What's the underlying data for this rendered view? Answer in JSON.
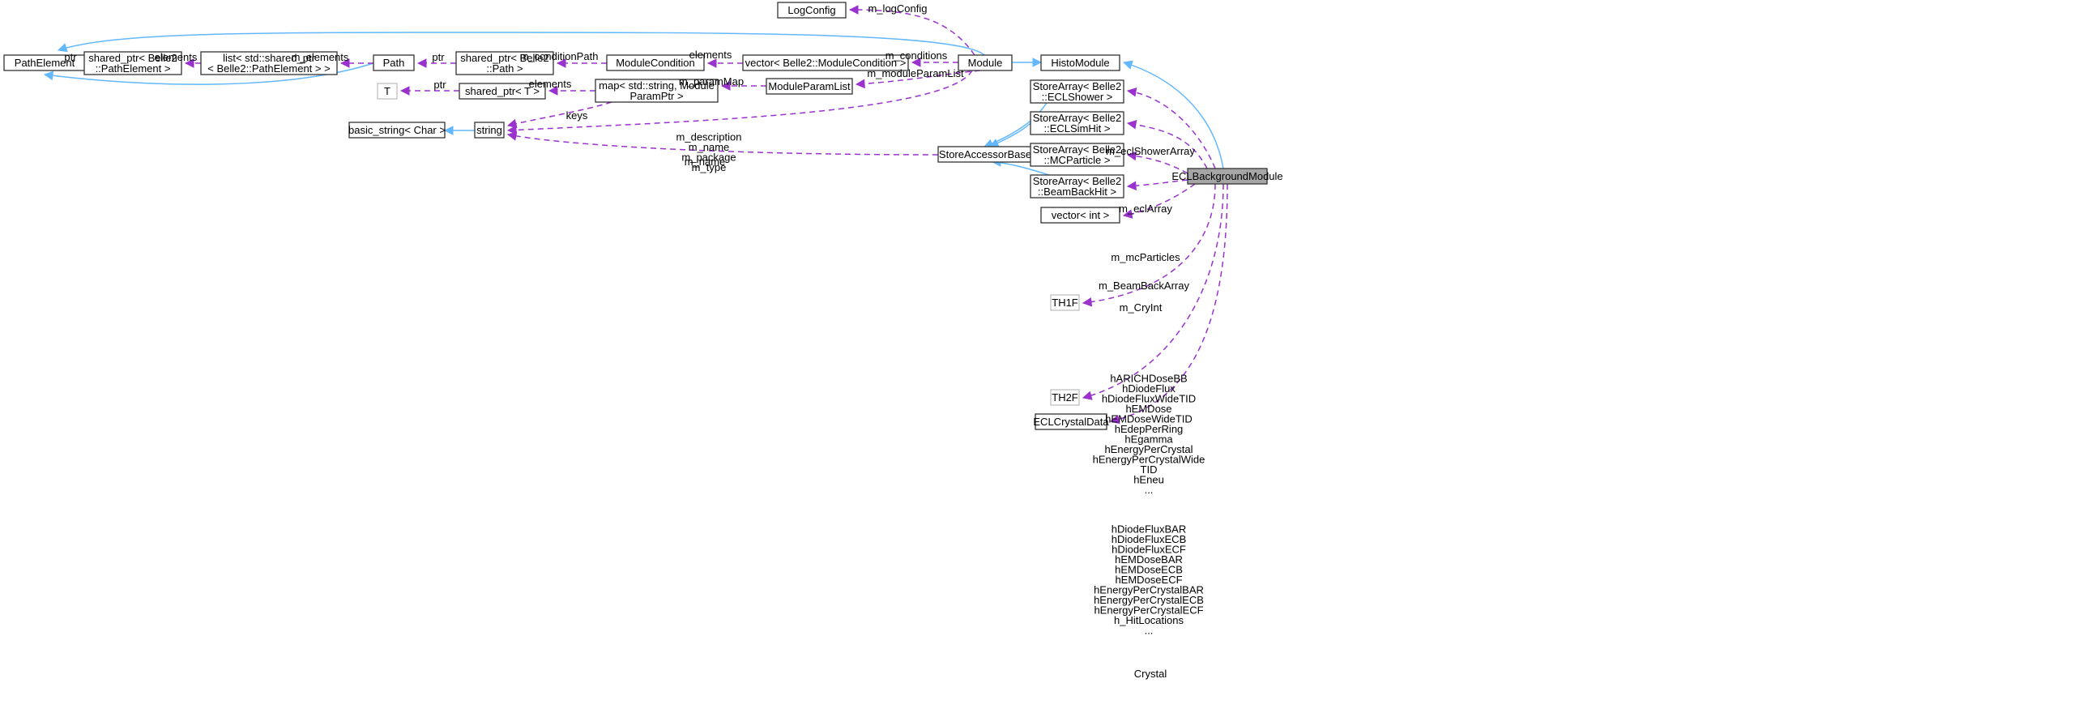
{
  "diagram": {
    "nodes": [
      {
        "id": "PathElement",
        "label": [
          "PathElement"
        ]
      },
      {
        "id": "shared_ptr_pathelement",
        "label": [
          "shared_ptr< Belle2",
          "::PathElement >"
        ]
      },
      {
        "id": "list_shared_ptr",
        "label": [
          "list< std::shared_ptr",
          "< Belle2::PathElement > >"
        ]
      },
      {
        "id": "Path",
        "label": [
          "Path"
        ]
      },
      {
        "id": "shared_ptr_path",
        "label": [
          "shared_ptr< Belle2",
          "::Path >"
        ]
      },
      {
        "id": "ModuleCondition",
        "label": [
          "ModuleCondition"
        ]
      },
      {
        "id": "vector_modulecondition",
        "label": [
          "vector< Belle2::ModuleCondition >"
        ]
      },
      {
        "id": "Module",
        "label": [
          "Module"
        ]
      },
      {
        "id": "LogConfig",
        "label": [
          "LogConfig"
        ]
      },
      {
        "id": "HistoModule",
        "label": [
          "HistoModule"
        ]
      },
      {
        "id": "T",
        "label": [
          "T"
        ]
      },
      {
        "id": "shared_ptr_T",
        "label": [
          "shared_ptr< T >"
        ]
      },
      {
        "id": "map_string_module",
        "label": [
          "map< std::string, Module",
          "ParamPtr >"
        ]
      },
      {
        "id": "ModuleParamList",
        "label": [
          "ModuleParamList"
        ]
      },
      {
        "id": "basic_string",
        "label": [
          "basic_string< Char >"
        ]
      },
      {
        "id": "string",
        "label": [
          "string"
        ]
      },
      {
        "id": "StoreAccessorBase",
        "label": [
          "StoreAccessorBase"
        ]
      },
      {
        "id": "StoreArray_ECLShower",
        "label": [
          "StoreArray< Belle2",
          "::ECLShower >"
        ]
      },
      {
        "id": "StoreArray_ECLSimHit",
        "label": [
          "StoreArray< Belle2",
          "::ECLSimHit >"
        ]
      },
      {
        "id": "StoreArray_MCParticle",
        "label": [
          "StoreArray< Belle2",
          "::MCParticle >"
        ]
      },
      {
        "id": "StoreArray_BeamBackHit",
        "label": [
          "StoreArray< Belle2",
          "::BeamBackHit >"
        ]
      },
      {
        "id": "vector_int",
        "label": [
          "vector< int >"
        ]
      },
      {
        "id": "TH1F",
        "label": [
          "TH1F"
        ]
      },
      {
        "id": "TH2F",
        "label": [
          "TH2F"
        ]
      },
      {
        "id": "ECLCrystalData",
        "label": [
          "ECLCrystalData"
        ]
      },
      {
        "id": "ECLBackgroundModule",
        "label": [
          "ECLBackgroundModule"
        ]
      }
    ],
    "edge_labels": {
      "ptr_pe": [
        "ptr"
      ],
      "elements_list": [
        "elements"
      ],
      "m_elements": [
        "m_elements"
      ],
      "ptr_path": [
        "ptr"
      ],
      "m_conditionPath": [
        "m_conditionPath"
      ],
      "elements_cond": [
        "elements"
      ],
      "m_conditions": [
        "m_conditions"
      ],
      "m_logConfig": [
        "m_logConfig"
      ],
      "m_moduleParamList": [
        "m_moduleParamList"
      ],
      "m_paramMap": [
        "m_paramMap"
      ],
      "ptr_T": [
        "ptr"
      ],
      "elements_T": [
        "elements"
      ],
      "keys": [
        "keys"
      ],
      "m_description": [
        "m_description",
        "m_name",
        "m_package",
        "m_type"
      ],
      "m_name_sab": [
        "m_name"
      ],
      "m_eclShowerArray": [
        "m_eclShowerArray"
      ],
      "m_eclArray": [
        "m_eclArray"
      ],
      "m_mcParticles": [
        "m_mcParticles"
      ],
      "m_BeamBackArray": [
        "m_BeamBackArray"
      ],
      "m_CryInt": [
        "m_CryInt"
      ],
      "th1f": [
        "hARICHDoseBB",
        "hDiodeFlux",
        "hDiodeFluxWideTID",
        "hEMDose",
        "hEMDoseWideTID",
        "hEdepPerRing",
        "hEgamma",
        "hEnergyPerCrystal",
        "hEnergyPerCrystalWide",
        "TID",
        "hEneu",
        "..."
      ],
      "th2f": [
        "hDiodeFluxBAR",
        "hDiodeFluxECB",
        "hDiodeFluxECF",
        "hEMDoseBAR",
        "hEMDoseECB",
        "hEMDoseECF",
        "hEnergyPerCrystalBAR",
        "hEnergyPerCrystalECB",
        "hEnergyPerCrystalECF",
        "h_HitLocations",
        "..."
      ],
      "crystal": [
        "Crystal"
      ]
    }
  }
}
